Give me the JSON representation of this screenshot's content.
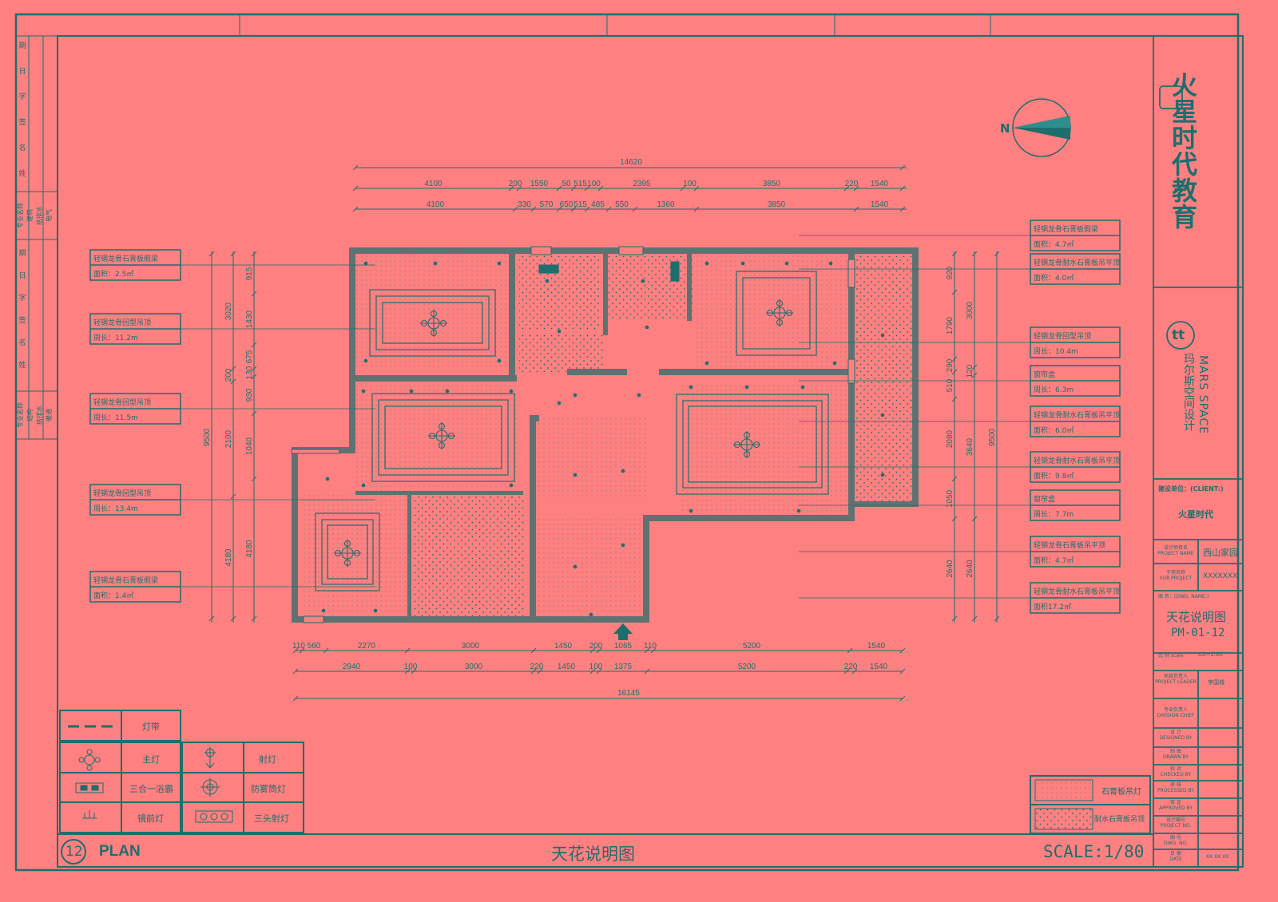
{
  "colors": {
    "background": "#ff8080",
    "line": "#1e6e6e",
    "wall": "#5f7272"
  },
  "north_label": "N",
  "dims_top_total": "14620",
  "dims_top_row1": [
    "4100",
    "200",
    "1550",
    "50",
    "515",
    "100",
    "2395",
    "100",
    "3850",
    "220",
    "1540"
  ],
  "dims_top_row2": [
    "4100",
    "330",
    "570",
    "650",
    "515",
    "485",
    "550",
    "1360",
    "3850",
    "1540"
  ],
  "dims_bottom_row1": [
    "110",
    "560",
    "2270",
    "3000",
    "1450",
    "200",
    "1065",
    "110",
    "5200",
    "1540"
  ],
  "dims_bottom_row2": [
    "2940",
    "100",
    "3000",
    "220",
    "1450",
    "100",
    "1375",
    "5200",
    "220",
    "1540"
  ],
  "dims_bottom_total": "16145",
  "dims_left_outer": [
    "3020",
    "200",
    "2100",
    "4180"
  ],
  "dims_left_inner": [
    "915",
    "1430",
    "675",
    "130",
    "930",
    "1040",
    "4180"
  ],
  "dims_left_total": "9500",
  "dims_right_inner": [
    "920",
    "1790",
    "290",
    "510",
    "2080",
    "1050",
    "2640"
  ],
  "dims_right_outer": [
    "3000",
    "120",
    "3640",
    "2640"
  ],
  "dims_right_total": "9500",
  "left_notes": [
    {
      "title": "轻钢龙骨石膏板假梁",
      "value": "面积：2.5㎡"
    },
    {
      "title": "轻钢龙骨回型吊顶",
      "value": "周长：11.2m"
    },
    {
      "title": "轻钢龙骨回型吊顶",
      "value": "周长：11.5m"
    },
    {
      "title": "轻钢龙骨回型吊顶",
      "value": "周长：13.4m"
    },
    {
      "title": "轻钢龙骨石膏板假梁",
      "value": "面积：1.4㎡"
    }
  ],
  "right_notes": [
    {
      "title": "轻钢龙骨石膏板假梁",
      "value": "面积：4.7㎡"
    },
    {
      "title": "轻钢龙骨耐水石膏板吊平顶",
      "value": "面积：4.0㎡"
    },
    {
      "title": "轻钢龙骨回型吊顶",
      "value": "周长：10.4m"
    },
    {
      "title": "窗帘盒",
      "value": "周长：6.3m"
    },
    {
      "title": "轻钢龙骨耐水石膏板吊平顶",
      "value": "面积：6.0㎡"
    },
    {
      "title": "轻钢龙骨耐水石膏板吊平顶",
      "value": "面积：9.8㎡"
    },
    {
      "title": "窗帘盒",
      "value": "周长：7.7m"
    },
    {
      "title": "轻钢龙骨石膏板吊平顶",
      "value": "面积：4.7㎡"
    },
    {
      "title": "轻钢龙骨耐水石膏板吊平顶",
      "value": "面积17.2㎡"
    }
  ],
  "legend": {
    "light_strip": "灯带",
    "main_light": "主灯",
    "spot_light": "射灯",
    "bath_heater": "三合一浴霸",
    "fog_light": "防雾筒灯",
    "mirror_light": "镜前灯",
    "triple_spot": "三头射灯",
    "gypsum_ceiling": "石膏板吊灯",
    "waterproof_ceiling": "耐水石膏板吊顶"
  },
  "footer": {
    "number": "12",
    "plan": "PLAN",
    "title": "天花说明图",
    "scale": "SCALE:1/80"
  },
  "left_strip": {
    "top_labels": [
      "期",
      "日",
      "字",
      "签",
      "名",
      "姓"
    ],
    "mid_labels": [
      "专业名称",
      "建筑",
      "给排水",
      "电气"
    ],
    "low_labels": [
      "期",
      "日",
      "字",
      "签",
      "名",
      "姓"
    ],
    "bottom_labels": [
      "专业名称",
      "结构",
      "给排水",
      "暖通"
    ]
  },
  "title_block": {
    "company": "火星时代教育",
    "brand_mark": "tt",
    "brand_en": "MARS SPACE",
    "brand_cn": "玛尔斯空间设计",
    "client_label": "建设单位：(CLIENT:)",
    "client": "火星时代",
    "project_label_cn": "设计项目名",
    "project_label_en": "PROJECT NAME",
    "project": "西山家园",
    "sub_label_cn": "子项名称",
    "sub_label_en": "SUB PROJECT",
    "sub_project": "XXXXXXX",
    "drawing_label": "图 名：(DWG. NAME:)",
    "drawing_name": "天花说明图",
    "drawing_no": "PM-01-12",
    "scale_label": "比 例 scale",
    "scale_value": "A3=1:80",
    "leader_cn": "项目负责人",
    "leader_en": "PROJECT LEADER",
    "leader": "李国城",
    "div_cn": "专业负责人",
    "div_en": "DIVISION CHIEF",
    "rows": [
      {
        "cn": "设 计",
        "en": "DESIGNED BY"
      },
      {
        "cn": "制 图",
        "en": "DRAWN BY"
      },
      {
        "cn": "校 对",
        "en": "CHECKED BY"
      },
      {
        "cn": "审 核",
        "en": "PROCESSED BY"
      },
      {
        "cn": "审 定",
        "en": "APPROVED BY"
      },
      {
        "cn": "设计编号",
        "en": "PROJECT NO."
      },
      {
        "cn": "图 号",
        "en": "DWG. NO."
      },
      {
        "cn": "日 期",
        "en": "DATE"
      }
    ],
    "date": "XX XX XX"
  }
}
